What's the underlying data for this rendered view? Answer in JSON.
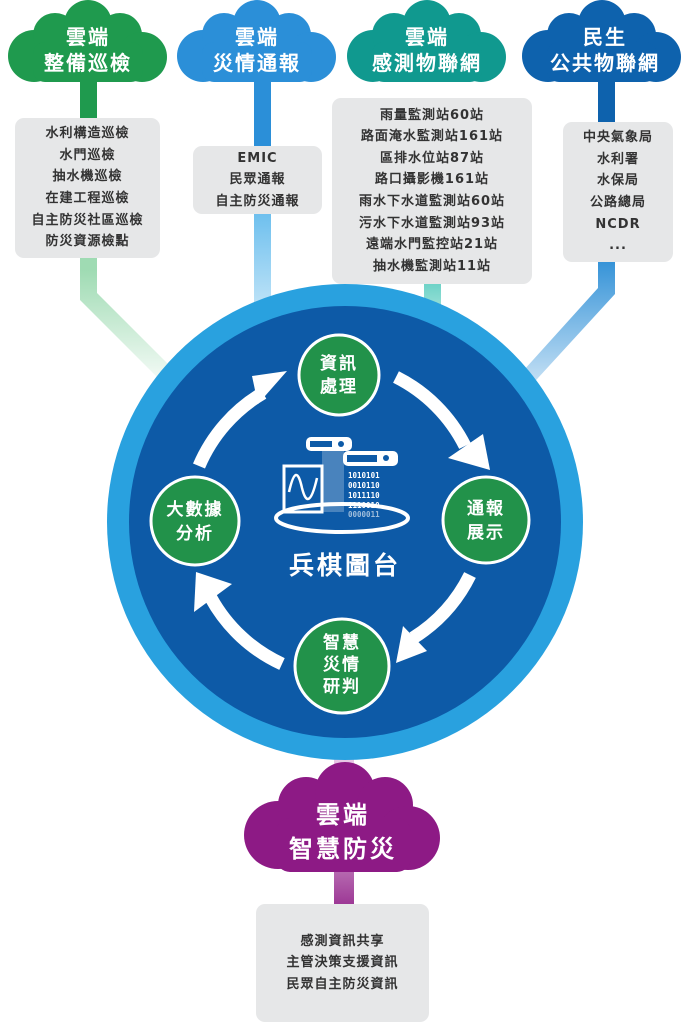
{
  "colors": {
    "green": "#1f9a4e",
    "blue": "#2b8fd8",
    "teal": "#10998f",
    "navy": "#0e62ad",
    "purple": "#8d1a85",
    "ring_outer": "#29a1df",
    "ring_inner": "#0d5aa7",
    "node": "#22924a",
    "box_bg": "#e6e7e8",
    "box_text": "#333333"
  },
  "clouds": [
    {
      "id": "cloud-patrol",
      "line1": "雲端",
      "line2": "整備巡檢",
      "color": "#1f9a4e"
    },
    {
      "id": "cloud-notify",
      "line1": "雲端",
      "line2": "災情通報",
      "color": "#2b8fd8"
    },
    {
      "id": "cloud-sensor",
      "line1": "雲端",
      "line2": "感測物聯網",
      "color": "#10998f"
    },
    {
      "id": "cloud-public",
      "line1": "民生",
      "line2": "公共物聯網",
      "color": "#0e62ad"
    }
  ],
  "source_lists": [
    {
      "id": "patrol",
      "items": [
        "水利構造巡檢",
        "水門巡檢",
        "抽水機巡檢",
        "在建工程巡檢",
        "自主防災社區巡檢",
        "防災資源檢點"
      ]
    },
    {
      "id": "notify",
      "items": [
        "EMIC",
        "民眾通報",
        "自主防災通報"
      ]
    },
    {
      "id": "sensor",
      "items": [
        "雨量監測站60站",
        "路面淹水監測站161站",
        "區排水位站87站",
        "路口攝影機161站",
        "雨水下水道監測站60站",
        "污水下水道監測站93站",
        "遠端水門監控站21站",
        "抽水機監測站11站"
      ]
    },
    {
      "id": "public",
      "items": [
        "中央氣象局",
        "水利署",
        "水保局",
        "公路總局",
        "NCDR",
        "..."
      ]
    }
  ],
  "center": {
    "title": "兵棋圖台",
    "binary": [
      "1010101",
      "0010110",
      "1011110",
      "1110010",
      "0000011"
    ]
  },
  "nodes": [
    {
      "id": "info",
      "line1": "資訊",
      "line2": "處理"
    },
    {
      "id": "display",
      "line1": "通報",
      "line2": "展示"
    },
    {
      "id": "judge",
      "line1": "智慧",
      "line2": "災情",
      "line3": "研判"
    },
    {
      "id": "bigdata",
      "line1": "大數據",
      "line2": "分析"
    }
  ],
  "output_cloud": {
    "line1": "雲端",
    "line2": "智慧防災"
  },
  "output_list": {
    "items": [
      "感測資訊共享",
      "主管決策支援資訊",
      "民眾自主防災資訊"
    ]
  }
}
